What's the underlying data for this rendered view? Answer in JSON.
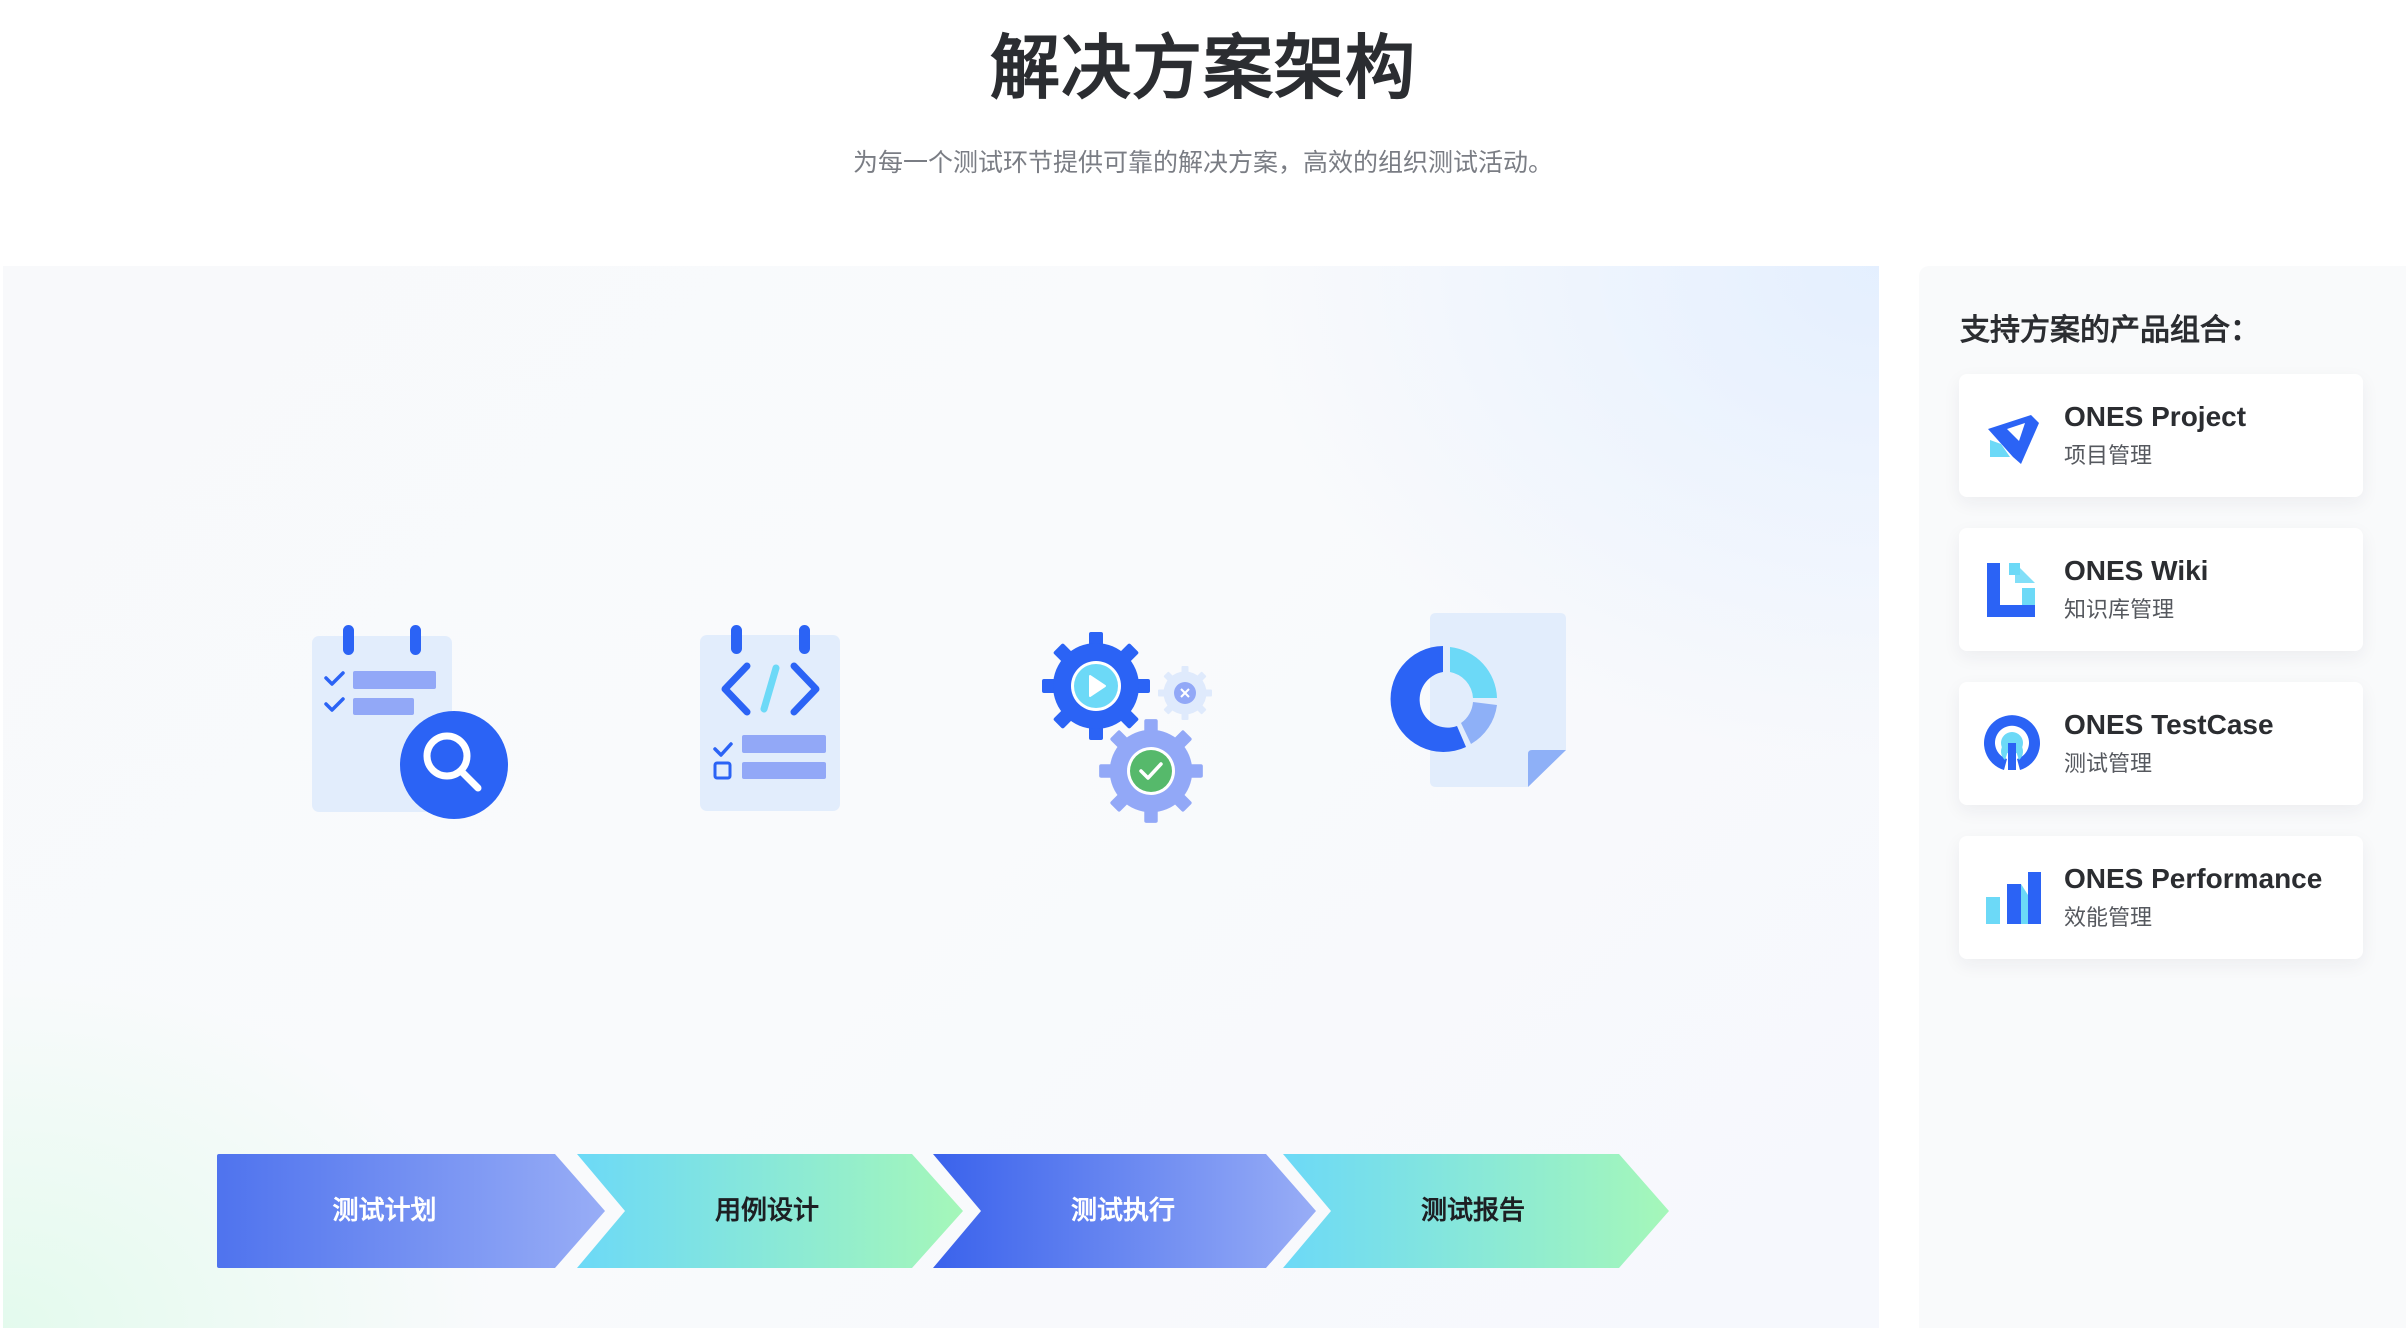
{
  "header": {
    "title": "解决方案架构",
    "subtitle": "为每一个测试环节提供可靠的解决方案，高效的组织测试活动。"
  },
  "flow": {
    "steps": [
      {
        "label": "测试计划",
        "icon": "clipboard-search-icon",
        "gradient": [
          "#4f73ee",
          "#93a9f5"
        ],
        "text_color": "#ffffff"
      },
      {
        "label": "用例设计",
        "icon": "clipboard-code-icon",
        "gradient": [
          "#6cd9f7",
          "#a2f6bd"
        ],
        "text_color": "#1d1f23"
      },
      {
        "label": "测试执行",
        "icon": "gears-icon",
        "gradient": [
          "#3a62ec",
          "#94aaf5"
        ],
        "text_color": "#ffffff"
      },
      {
        "label": "测试报告",
        "icon": "report-donut-icon",
        "gradient": [
          "#6cd9f7",
          "#a2f6bd"
        ],
        "text_color": "#1d1f23"
      }
    ]
  },
  "products": {
    "title": "支持方案的产品组合：",
    "items": [
      {
        "name": "ONES Project",
        "desc": "项目管理",
        "icon": "ones-project-icon"
      },
      {
        "name": "ONES Wiki",
        "desc": "知识库管理",
        "icon": "ones-wiki-icon"
      },
      {
        "name": "ONES TestCase",
        "desc": "测试管理",
        "icon": "ones-testcase-icon"
      },
      {
        "name": "ONES Performance",
        "desc": "效能管理",
        "icon": "ones-performance-icon"
      }
    ]
  },
  "colors": {
    "primary_blue": "#2b63f5",
    "light_blue": "#6cd9f7",
    "periwinkle": "#92a8f7",
    "pale_blue": "#e2edfc",
    "success_green": "#56b96b",
    "title_text": "#2b2d31",
    "subtitle_text": "#7a7d84"
  }
}
